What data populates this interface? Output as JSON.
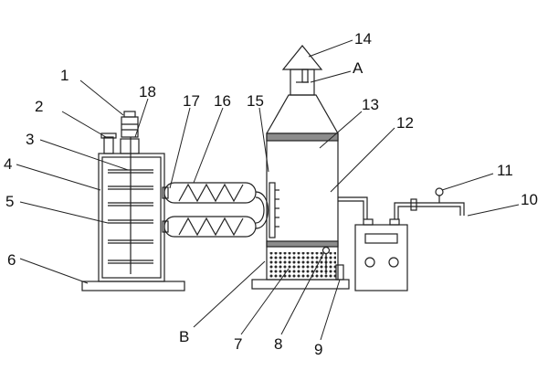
{
  "colors": {
    "stroke": "#222222",
    "band_dark": "#8c8c8c",
    "liquid_dot": "#9a9a9a",
    "background": "#ffffff"
  },
  "labels": {
    "l1": "1",
    "l2": "2",
    "l3": "3",
    "l4": "4",
    "l5": "5",
    "l6": "6",
    "l7": "7",
    "l8": "8",
    "l9": "9",
    "l10": "10",
    "l11": "11",
    "l12": "12",
    "l13": "13",
    "l14": "14",
    "l15": "15",
    "l16": "16",
    "l17": "17",
    "l18": "18",
    "lA": "A",
    "lB": "B"
  }
}
